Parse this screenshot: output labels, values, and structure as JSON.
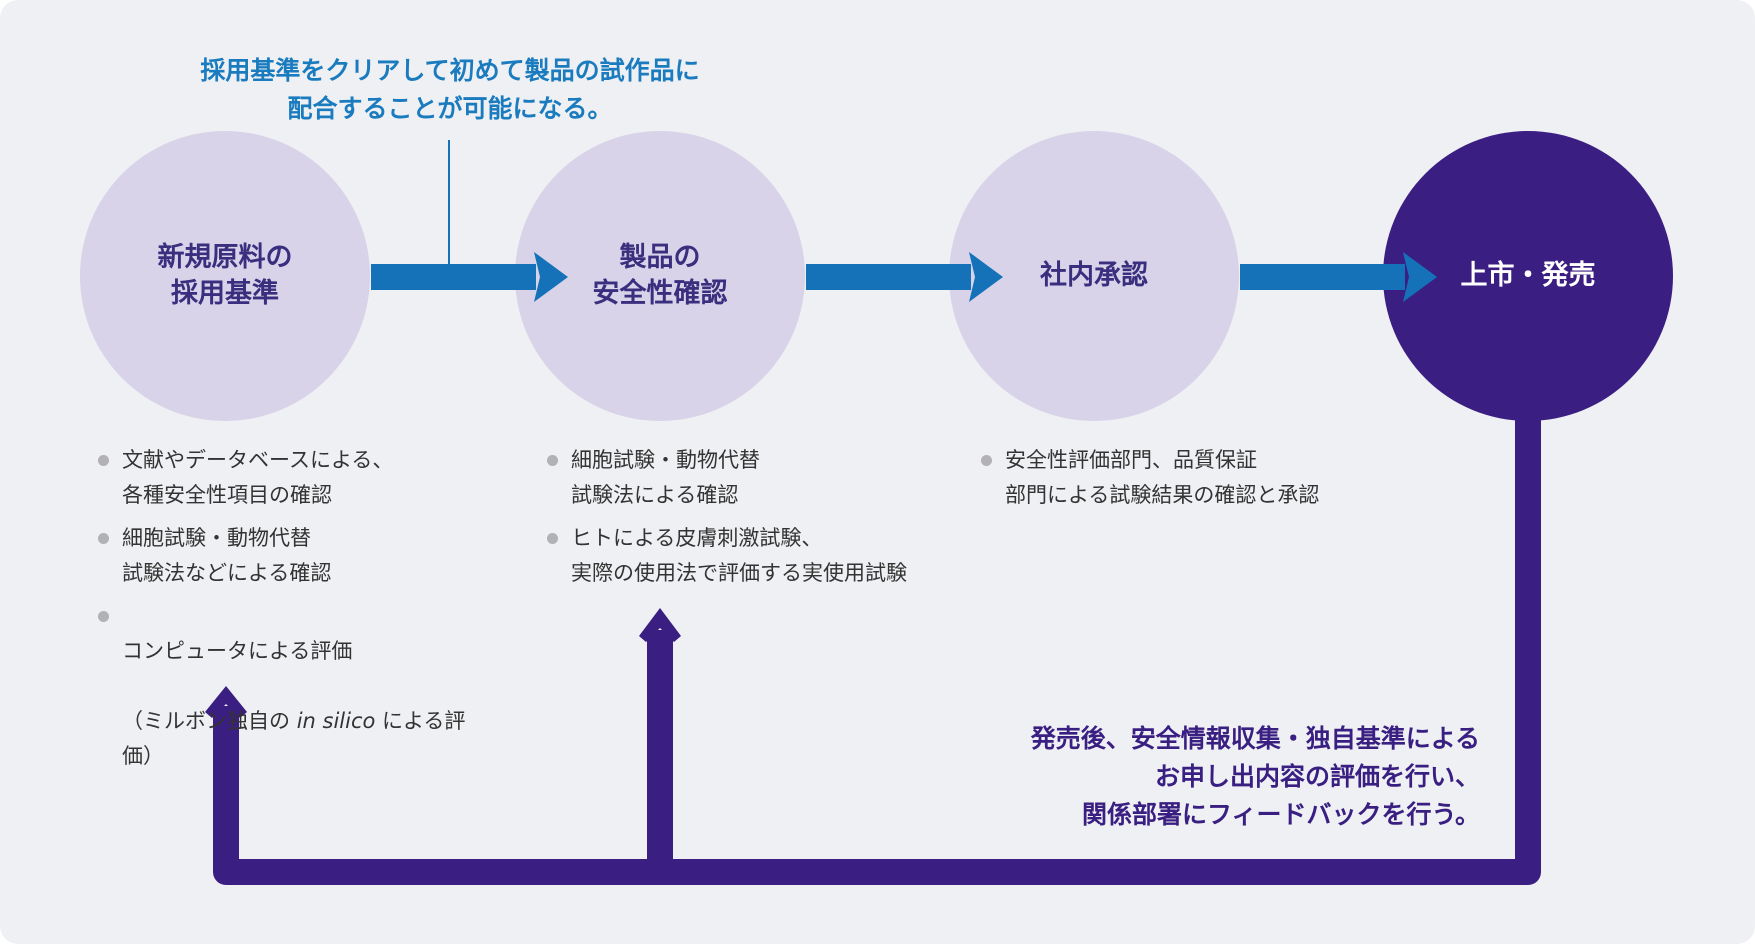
{
  "colors": {
    "background": "#eff0f3",
    "circle_light": "#d8d3e8",
    "circle_dark": "#3b1e82",
    "arrow_blue": "#1572b8",
    "feedback_purple": "#3b1e82",
    "note_blue": "#1a7bbf",
    "bullet_gray": "#b1b1b6"
  },
  "stages": [
    {
      "label": "新規原料の\n採用基準"
    },
    {
      "label": "製品の\n安全性確認"
    },
    {
      "label": "社内承認"
    },
    {
      "label": "上市・発売"
    }
  ],
  "top_note": "採用基準をクリアして初めて製品の試作品に\n配合することが可能になる。",
  "bottom_note": "発売後、安全情報収集・独自基準による\nお申し出内容の評価を行い、\n関係部署にフィードバックを行う。",
  "stage1_bullets": [
    "文献やデータベースによる、\n各種安全性項目の確認",
    "細胞試験・動物代替\n試験法などによる確認"
  ],
  "stage1_bullet3": {
    "line1": "コンピュータによる評価",
    "pre": "（ミルボン独自の ",
    "italic": "in silico",
    "post": " による評価）"
  },
  "stage2_bullets": [
    "細胞試験・動物代替\n試験法による確認",
    "ヒトによる皮膚刺激試験、\n実際の使用法で評価する実使用試験"
  ],
  "stage3_bullets": [
    "安全性評価部門、品質保証\n部門による試験結果の確認と承認"
  ]
}
